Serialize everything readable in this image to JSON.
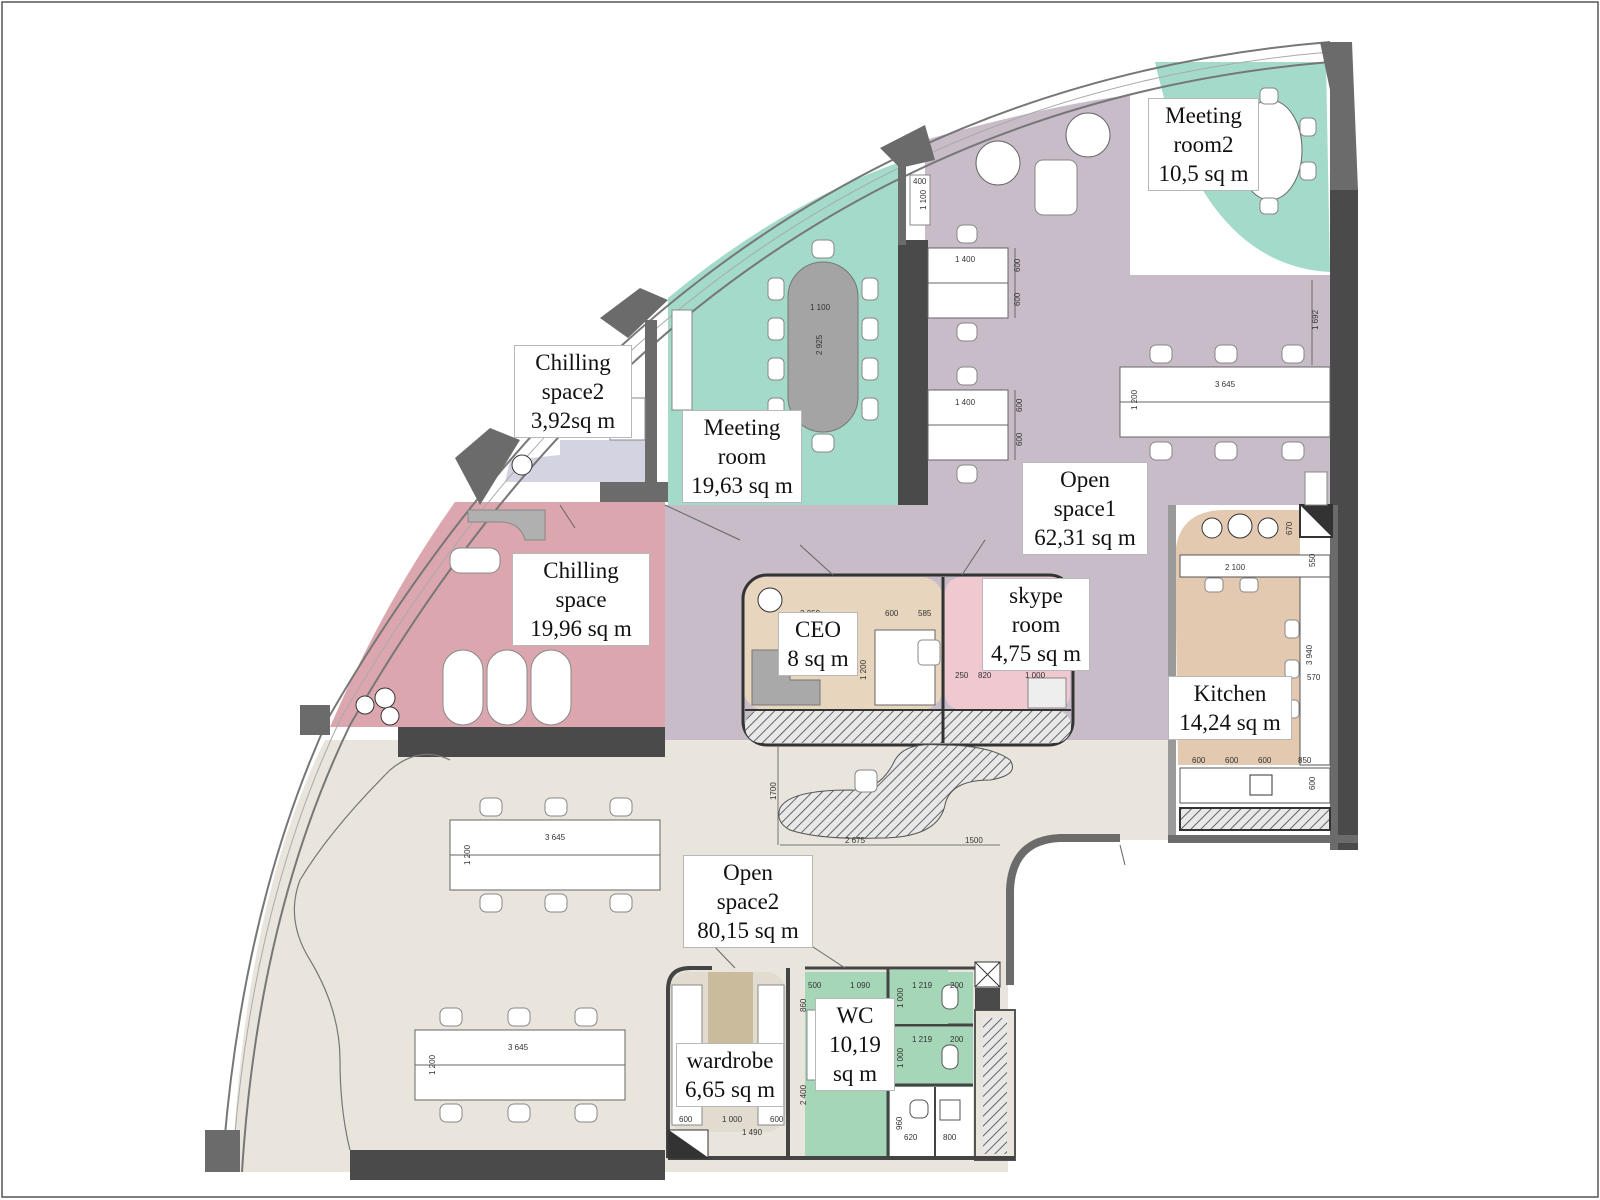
{
  "colors": {
    "open_space1": "#c7bcc8",
    "open_space2": "#e9e5dc",
    "meeting": "#a3dac9",
    "chilling": "#dba6ae",
    "chilling2": "#d3d3e2",
    "ceo": "#e7d6bd",
    "skype": "#f0c8cf",
    "kitchen": "#e3c9b0",
    "wc": "#a6d6b8",
    "wardrobe": "#cbbb9d",
    "wall": "#4a4a4a",
    "table": "#ffffff"
  },
  "rooms": {
    "meeting_room2": {
      "line1": "Meeting",
      "line2": "room2",
      "line3": "10,5 sq m"
    },
    "chilling_space2": {
      "line1": "Chilling",
      "line2": "space2",
      "line3": "3,92sq m"
    },
    "meeting_room": {
      "line1": "Meeting",
      "line2": "room",
      "line3": "19,63 sq m"
    },
    "open_space1": {
      "line1": "Open",
      "line2": "space1",
      "line3": "62,31 sq m"
    },
    "chilling_space": {
      "line1": "Chilling",
      "line2": "space",
      "line3": "19,96 sq m"
    },
    "ceo": {
      "line1": "CEO",
      "line2": "8 sq m"
    },
    "skype_room": {
      "line1": "skype",
      "line2": "room",
      "line3": "4,75 sq m"
    },
    "kitchen": {
      "line1": "Kitchen",
      "line2": "14,24 sq m"
    },
    "open_space2": {
      "line1": "Open",
      "line2": "space2",
      "line3": "80,15 sq m"
    },
    "wc": {
      "line1": "WC",
      "line2": "10,19",
      "line3": "sq m"
    },
    "wardrobe": {
      "line1": "wardrobe",
      "line2": "6,65 sq m"
    }
  },
  "dimensions": {
    "d400": "400",
    "d1100a": "1 100",
    "d1400a": "1 400",
    "d600a": "600",
    "d600b": "600",
    "d1100b": "1 100",
    "d2925": "2 925",
    "d1400b": "1 400",
    "d600c": "600",
    "d600d": "600",
    "d1692": "1 692",
    "d3645a": "3 645",
    "d1200a": "1 200",
    "d670": "670",
    "d2100": "2 100",
    "d550": "550",
    "d2259": "2 259",
    "d600e": "600",
    "d585": "585",
    "d1200b": "1 200",
    "d250": "250",
    "d820": "820",
    "d1000a": "1 000",
    "d3940": "3 940",
    "d570": "570",
    "d600k1": "600",
    "d600k2": "600",
    "d600k3": "600",
    "d850": "850",
    "d600k4": "600",
    "d1700": "1700",
    "d2675": "2 675",
    "d1500": "1500",
    "d3645b": "3 645",
    "d1200c": "1 200",
    "d3645c": "3 645",
    "d1200d": "1 200",
    "d500": "500",
    "d1090": "1 090",
    "d1219a": "1 219",
    "d200a": "200",
    "d1219b": "1 219",
    "d200b": "200",
    "d860": "860",
    "d1000b": "1 000",
    "d1000c": "1 000",
    "d2400": "2 400",
    "d960": "960",
    "d620": "620",
    "d800": "800",
    "d600w1": "600",
    "d1000w": "1 000",
    "d600w2": "600",
    "d1490": "1 490"
  }
}
